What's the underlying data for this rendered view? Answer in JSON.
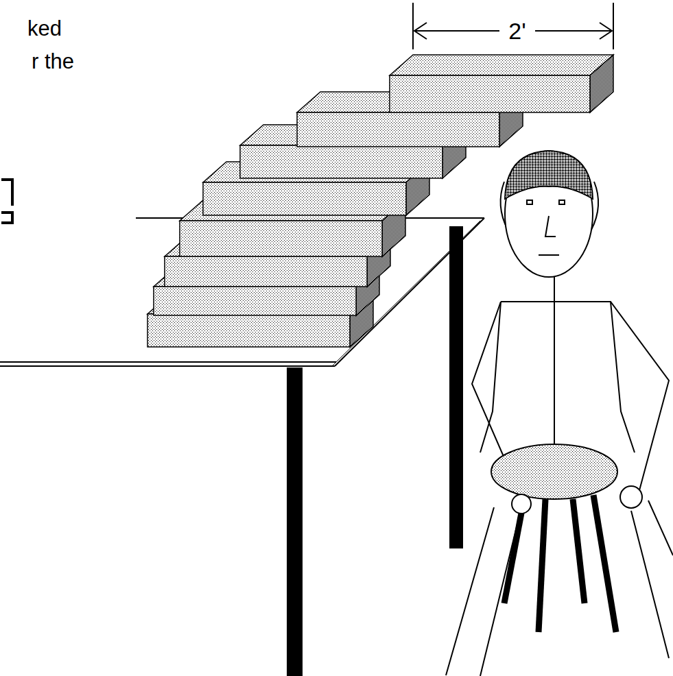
{
  "diagram": {
    "labels": [
      "ked",
      "r the",
      "2'"
    ]
  }
}
